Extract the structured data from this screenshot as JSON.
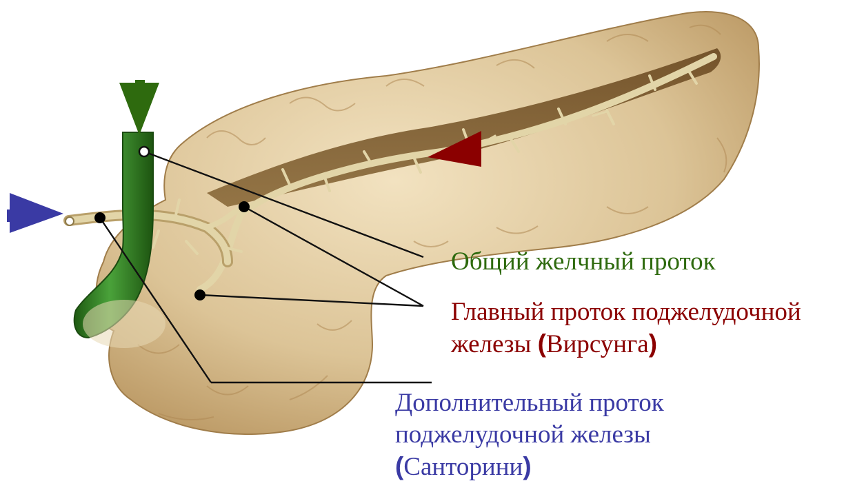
{
  "colors": {
    "common_bile_duct": "#2e6a0e",
    "main_duct": "#8b0000",
    "accessory_duct": "#3a3aa4",
    "leader_line": "#111111",
    "gland_tissue": "#dcc497",
    "duct": "#d8c690"
  },
  "labels": {
    "common_bile_duct": "Общий желчный проток",
    "main_duct_line1": "Главный проток поджелудочной",
    "main_duct_line2_word": "железы ",
    "main_duct_paren_open": "(",
    "main_duct_eponym": "Вирсунга",
    "main_duct_paren_close": ")",
    "accessory_line1": "Дополнительный проток",
    "accessory_line2": "поджелудочной железы",
    "accessory_paren_open": "(",
    "accessory_eponym": "Санторини",
    "accessory_paren_close": ")"
  },
  "markers": [
    {
      "name": "green-arrow-icon",
      "color": "#2e6a0e",
      "points_to": "common_bile_duct"
    },
    {
      "name": "red-arrow-icon",
      "color": "#8b0000",
      "points_to": "main_duct"
    },
    {
      "name": "blue-arrow-icon",
      "color": "#3a3aa4",
      "points_to": "accessory_duct"
    }
  ]
}
